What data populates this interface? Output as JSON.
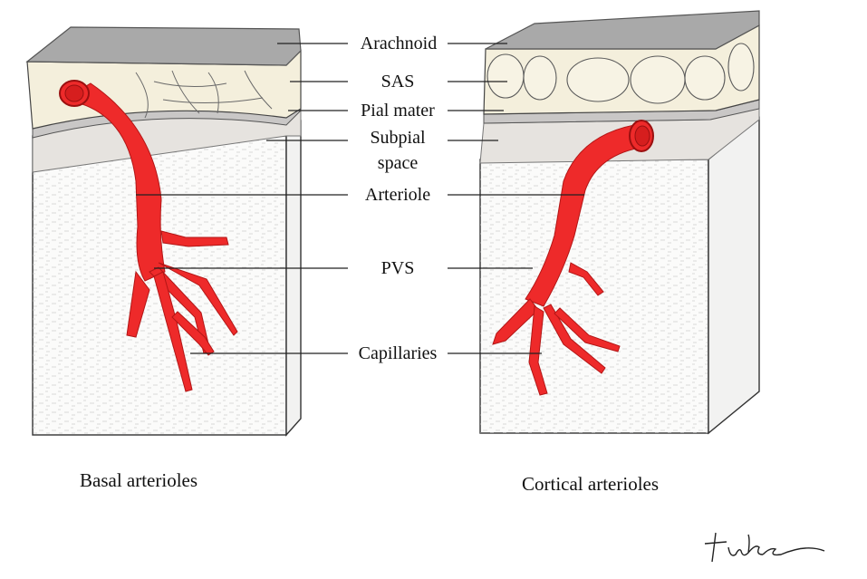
{
  "labels": {
    "arachnoid": "Arachnoid",
    "sas": "SAS",
    "pial_mater": "Pial mater",
    "subpial_line1": "Subpial",
    "subpial_line2": "space",
    "arteriole": "Arteriole",
    "pvs": "PVS",
    "capillaries": "Capillaries"
  },
  "captions": {
    "left": "Basal arterioles",
    "right": "Cortical arterioles"
  },
  "colors": {
    "vessel": "#ee2a2a",
    "arachnoid": "#a9a9a9",
    "sas": "#f4efdc",
    "pia": "#c9c7c6",
    "subpial": "#e6e3df",
    "tissue": "#fbfbfa"
  }
}
